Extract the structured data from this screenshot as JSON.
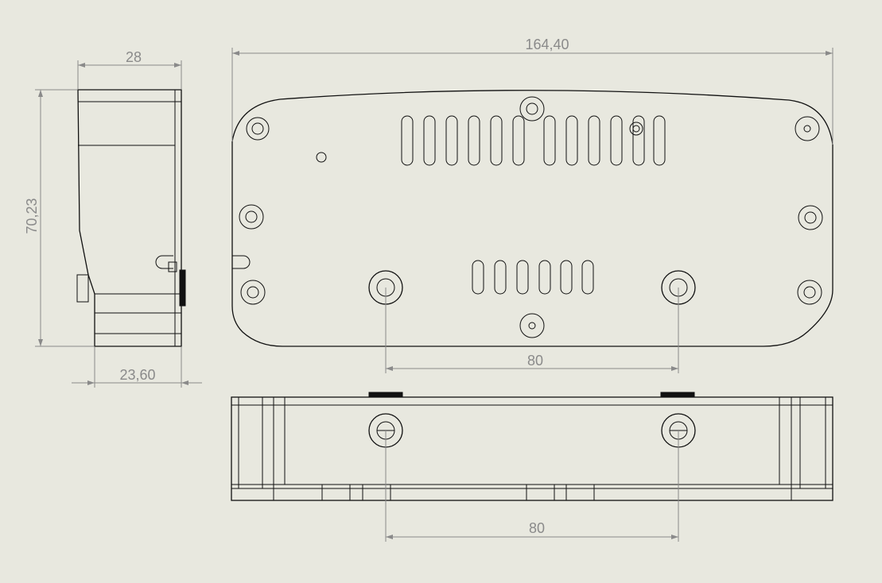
{
  "colors": {
    "background": "#e8e8df",
    "part_line": "#111111",
    "dimension_line": "#8a8a8a"
  },
  "dimensions": {
    "top_width": "28",
    "left_height": "70,23",
    "bottom_width": "23,60",
    "overall_width": "164,40",
    "front_hole_spacing": "80",
    "bottom_hole_spacing": "80"
  }
}
